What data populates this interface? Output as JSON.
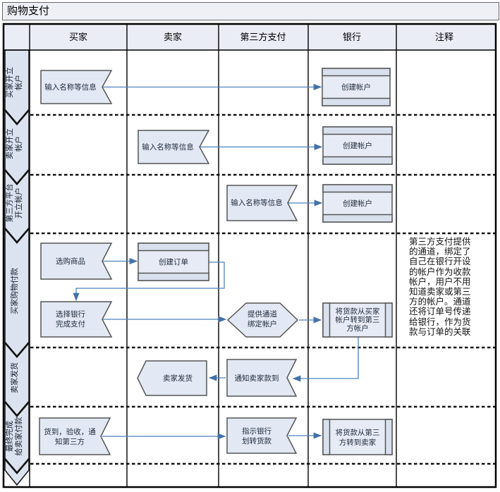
{
  "title": "购物支付",
  "columns": [
    "买家",
    "卖家",
    "第三方支付",
    "银行",
    "注释"
  ],
  "phases": [
    {
      "lines": [
        "买家开立",
        "帐户"
      ]
    },
    {
      "lines": [
        "卖家开立",
        "帐户"
      ]
    },
    {
      "lines": [
        "第三方平台",
        "开立帐户"
      ]
    },
    {
      "lines": [
        "买家购物付款"
      ]
    },
    {
      "lines": [
        "卖家发货"
      ]
    },
    {
      "lines": [
        "最终完成",
        "给卖家付款"
      ]
    }
  ],
  "nodes": {
    "buyer_input": {
      "lines": [
        "输入名称等信息"
      ]
    },
    "bank_create1": {
      "lines": [
        "创建帐户"
      ]
    },
    "seller_input": {
      "lines": [
        "输入名称等信息"
      ]
    },
    "bank_create2": {
      "lines": [
        "创建帐户"
      ]
    },
    "third_input": {
      "lines": [
        "输入名称等信息"
      ]
    },
    "bank_create3": {
      "lines": [
        "创建帐户"
      ]
    },
    "select_goods": {
      "lines": [
        "选购商品"
      ]
    },
    "create_order": {
      "lines": [
        "创建订单"
      ]
    },
    "pay_via_bank": {
      "lines": [
        "选择银行",
        "完成支付"
      ]
    },
    "provide_channel": {
      "lines": [
        "提供通道",
        "绑定帐户"
      ]
    },
    "transfer_to_third": {
      "lines": [
        "将货款从买家",
        "帐户转到第三",
        "方帐户"
      ]
    },
    "seller_ship": {
      "lines": [
        "卖家发货"
      ]
    },
    "notify_seller": {
      "lines": [
        "通知卖家款到"
      ]
    },
    "goods_received": {
      "lines": [
        "货到，验收，通",
        "知第三方"
      ]
    },
    "instruct_bank": {
      "lines": [
        "指示银行",
        "划转货款"
      ]
    },
    "transfer_to_seller": {
      "lines": [
        "将货款从第三",
        "方转到卖家"
      ]
    }
  },
  "note": "第三方支付提供\n的通道，绑定了\n自己在银行开设\n的帐户作为收款\n帐户，用户不用\n知道卖家或第三\n方的帐户。通道\n还将订单号传递\n给银行，作为货\n款与订单的关联",
  "colors": {
    "connector": "#4f81bd",
    "shape_fill": "#e2e8f4",
    "shape_band_fill": "#d8e0ee",
    "header_fill": "#eaedf5",
    "shape_border": "#555555"
  }
}
